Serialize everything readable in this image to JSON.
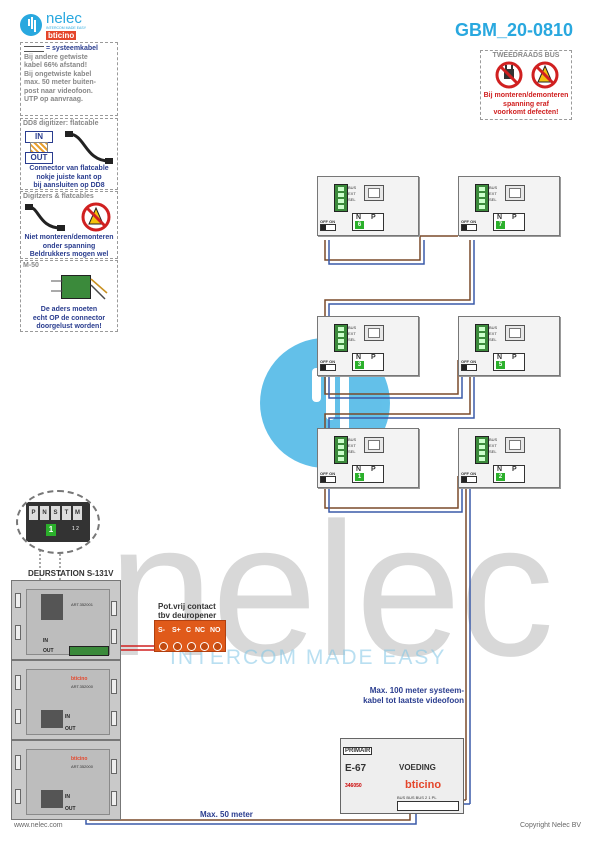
{
  "header": {
    "brand_name": "nelec",
    "brand_tagline": "INTERCOM MADE EASY",
    "bticino": "bticino",
    "doc_code": "GBM_20-0810"
  },
  "notes": {
    "systeemkabel": {
      "title": "= systeemkabel",
      "lines": [
        "Bij andere getwiste",
        "kabel 66% afstand!",
        "Bij ongetwiste kabel",
        "max. 50 meter buiten-",
        "post naar videofoon.",
        "UTP op aanvraag."
      ]
    },
    "dd8": {
      "title": "DD8 digitizer: flatcable",
      "in_label": "IN",
      "out_label": "OUT",
      "lines": [
        "Connector van flatcable",
        "nokje juiste kant op",
        "bij aansluiten op DD8"
      ]
    },
    "digitizers": {
      "title": "Digitzers & flatcables",
      "lines": [
        "Niet monteren/demonteren",
        "onder spanning",
        "Beldrukkers mogen wel"
      ]
    },
    "m50": {
      "title": "M-50",
      "lines": [
        "De aders moeten",
        "echt OP de connector",
        "doorgelust worden!"
      ]
    },
    "tweedraads": {
      "title": "TWEEDRAADS BUS",
      "lines": [
        "Bij monteren/demonteren",
        "spanning eraf",
        "voorkomt defecten!"
      ]
    }
  },
  "videophones": [
    {
      "id": "unit-6",
      "number": "6",
      "switch_label": "OFF ON"
    },
    {
      "id": "unit-7",
      "number": "7",
      "switch_label": "OFF ON"
    },
    {
      "id": "unit-3",
      "number": "3",
      "switch_label": "OFF ON"
    },
    {
      "id": "unit-5",
      "number": "5",
      "switch_label": "OFF ON"
    },
    {
      "id": "unit-1",
      "number": "1",
      "switch_label": "OFF ON"
    },
    {
      "id": "unit-2",
      "number": "2",
      "switch_label": "OFF ON"
    }
  ],
  "unit_labels": {
    "n": "N",
    "p": "P",
    "side": [
      "BUS",
      "EXT",
      "SEL"
    ]
  },
  "zoom": {
    "keys": [
      "P",
      "N",
      "S",
      "T",
      "M"
    ],
    "value": "1",
    "extra": "1 2"
  },
  "door_station": {
    "title": "DEURSTATION S-131V",
    "in": "IN",
    "out": "OUT",
    "art": [
      "ART.352001",
      "ART.352000",
      "ART.352000"
    ]
  },
  "contact": {
    "title": [
      "Pot.vrij contact",
      "tbv deuropener"
    ],
    "terminals": [
      "S-",
      "S+",
      "C",
      "NC",
      "NO"
    ]
  },
  "power": {
    "primair": "PRIMAIR",
    "model": "E-67",
    "label": "VOEDING",
    "code": "346050",
    "brand": "bticino",
    "terminal_labels": "BUS BUS BUS 2 1 PL"
  },
  "cable_labels": {
    "max100": [
      "Max. 100 meter systeem-",
      "kabel tot laatste videofoon"
    ],
    "max50": "Max. 50 meter"
  },
  "footer": {
    "website": "www.nelec.com",
    "copyright": "Copyright Nelec BV"
  },
  "colors": {
    "brand_blue": "#29a8df",
    "label_blue": "#2a3d8f",
    "warning_red": "#d02020",
    "cable_brown": "#7a4a2a",
    "cable_blue": "#3a5aa8"
  }
}
